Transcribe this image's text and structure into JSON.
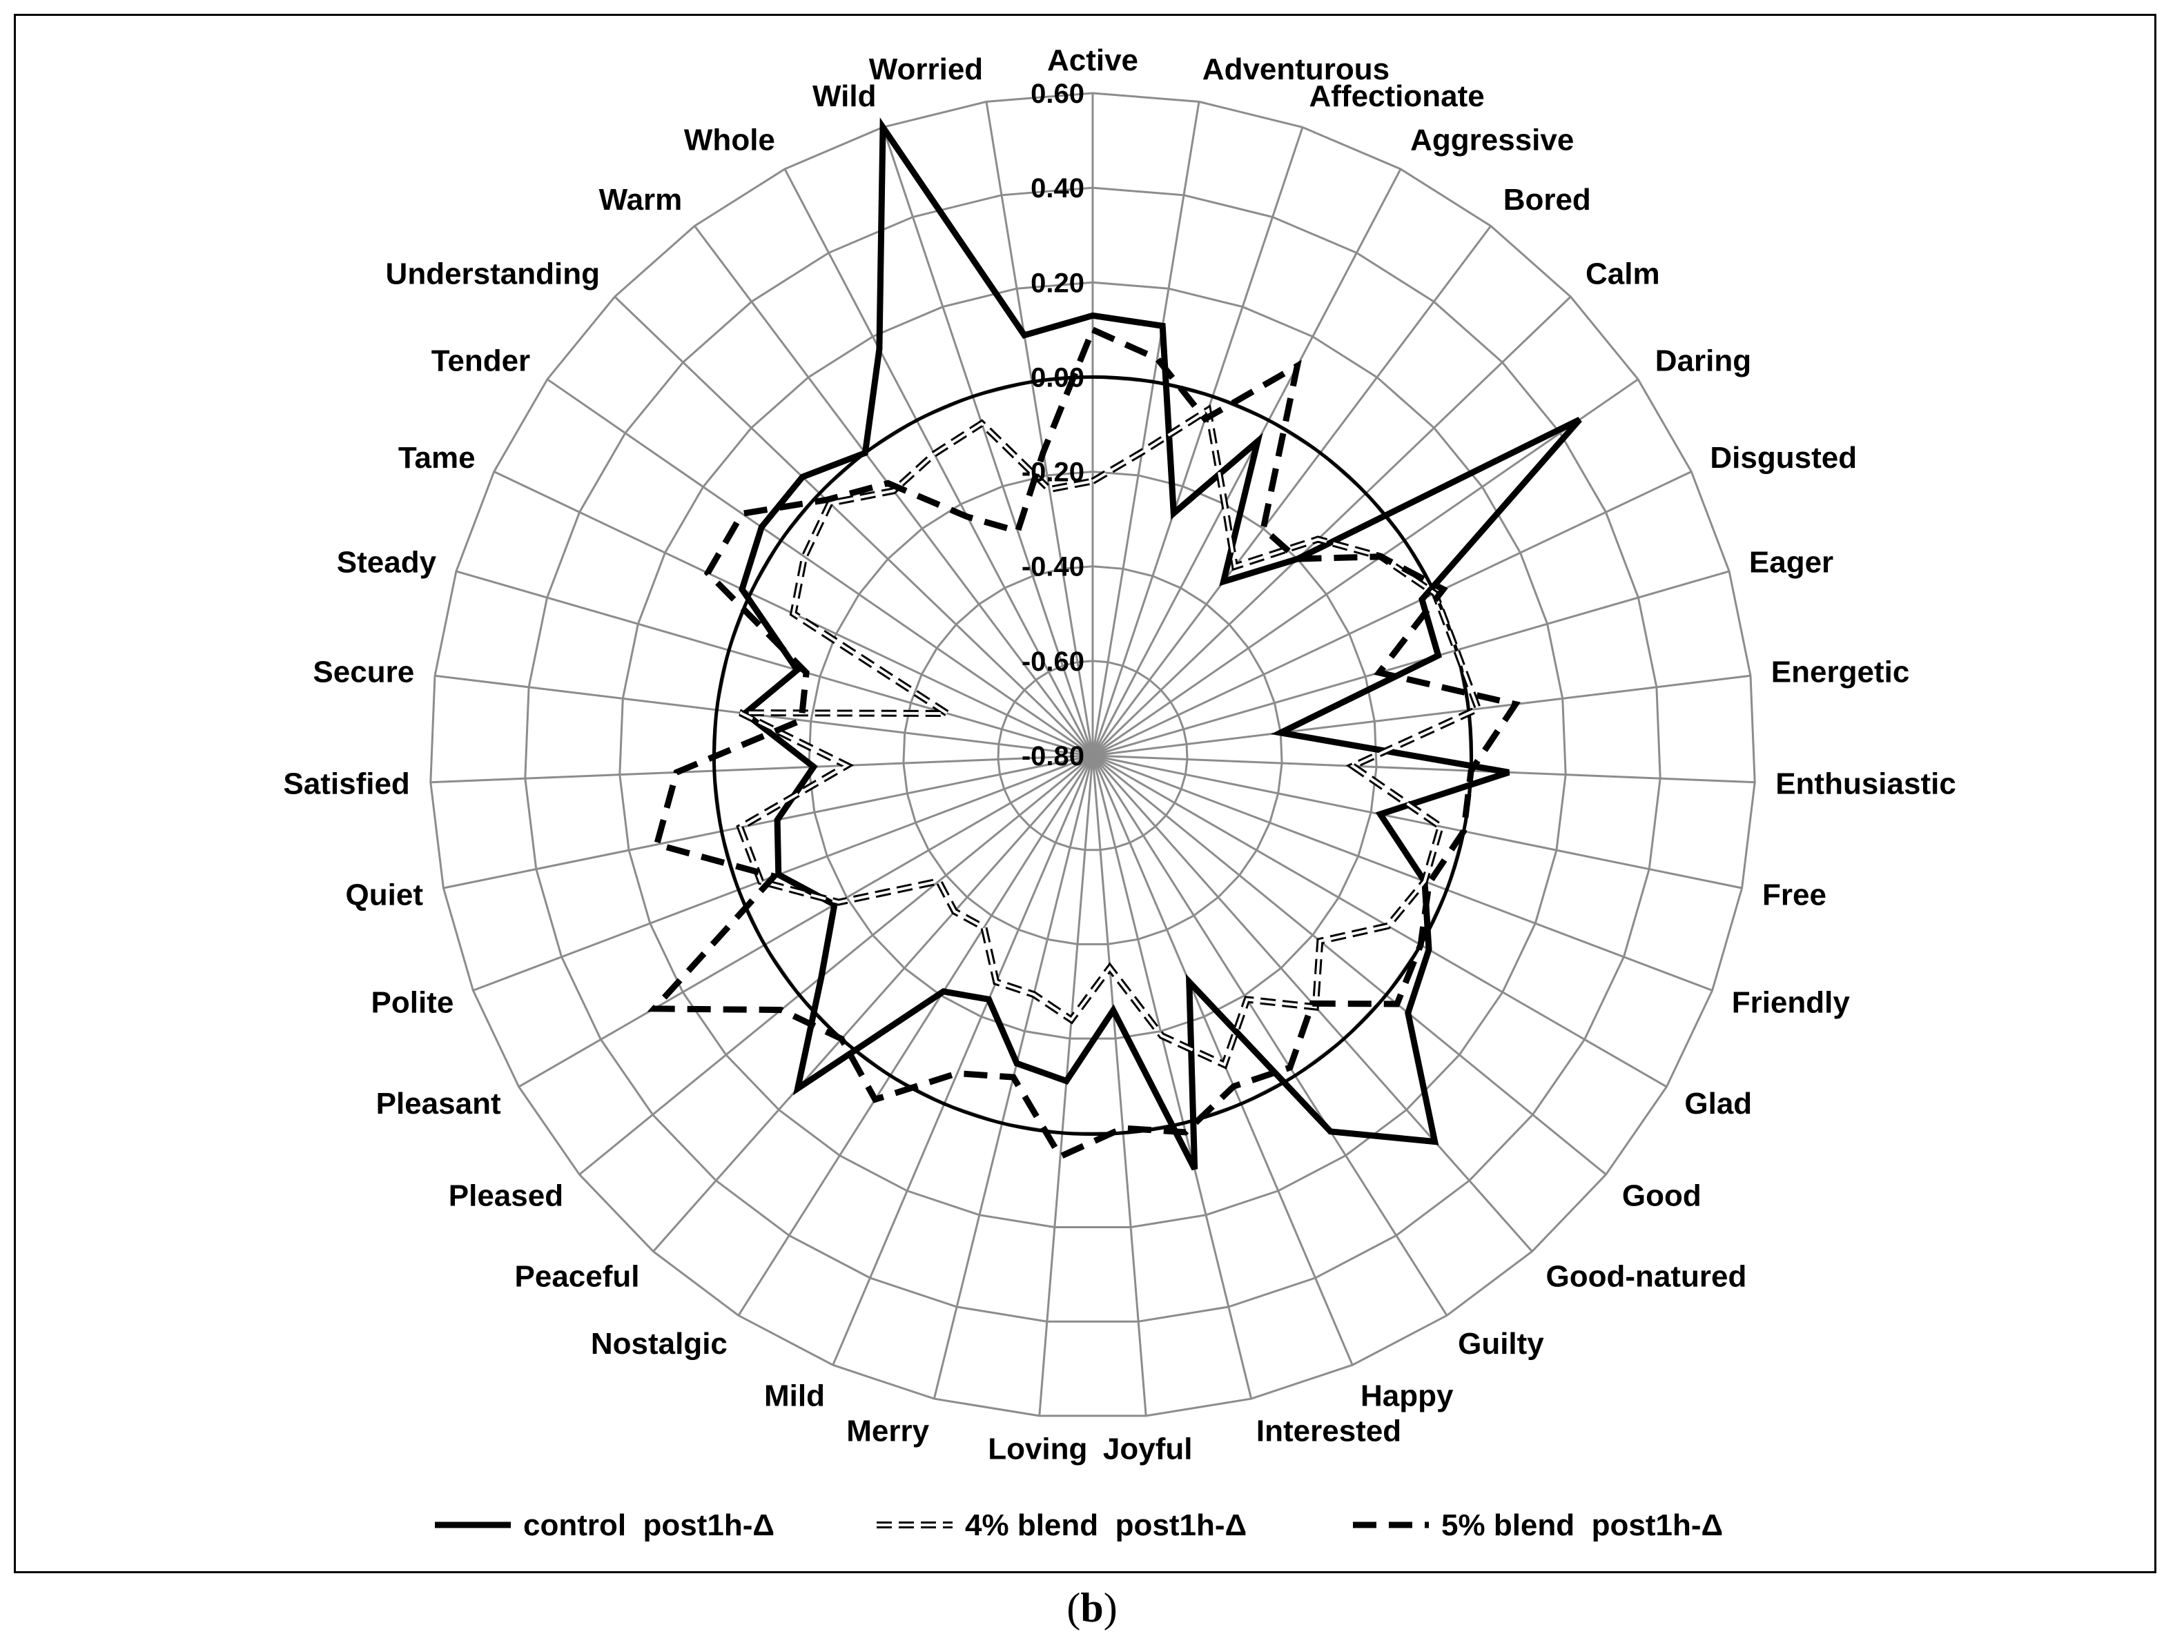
{
  "panel_label": {
    "open": "(",
    "letter": "b",
    "close": ")"
  },
  "colors": {
    "line": "#000000",
    "grid": "#8c8c8c",
    "background": "#ffffff"
  },
  "chart_data": {
    "type": "radar",
    "title": "",
    "grid": true,
    "legend_position": "bottom",
    "rlim": [
      -0.8,
      0.6
    ],
    "ticks": [
      -0.8,
      -0.6,
      -0.4,
      -0.2,
      0.0,
      0.2,
      0.4,
      0.6
    ],
    "tick_labels": [
      "-0.80",
      "-0.60",
      "-0.40",
      "-0.20",
      "0.00",
      "0.20",
      "0.40",
      "0.60"
    ],
    "reference_circle": 0.0,
    "categories": [
      "Active",
      "Adventurous",
      "Affectionate",
      "Aggressive",
      "Bored",
      "Calm",
      "Daring",
      "Disgusted",
      "Eager",
      "Energetic",
      "Enthusiastic",
      "Free",
      "Friendly",
      "Glad",
      "Good",
      "Good-natured",
      "Guilty",
      "Happy",
      "Interested",
      "Joyful",
      "Loving",
      "Merry",
      "Mild",
      "Nostalgic",
      "Peaceful",
      "Pleased",
      "Pleasant",
      "Polite",
      "Quiet",
      "Satisfied",
      "Secure",
      "Steady",
      "Tame",
      "Tender",
      "Understanding",
      "Warm",
      "Whole",
      "Wild",
      "Worried"
    ],
    "series": [
      {
        "name": "control  post1h-Δ",
        "style": "solid",
        "values": [
          0.13,
          0.12,
          -0.26,
          -0.05,
          -0.34,
          -0.2,
          0.45,
          -0.03,
          -0.04,
          -0.4,
          0.08,
          -0.18,
          -0.05,
          0.02,
          0.06,
          0.29,
          0.14,
          -0.28,
          0.1,
          -0.26,
          -0.11,
          -0.13,
          -0.24,
          -0.21,
          0.14,
          -0.06,
          -0.17,
          -0.09,
          -0.12,
          -0.21,
          -0.06,
          -0.15,
          0.02,
          0.05,
          0.05,
          0.0,
          0.17,
          0.6,
          0.1
        ]
      },
      {
        "name": "4% blend  post1h-Δ",
        "style": "hollow-dash",
        "values": [
          -0.22,
          -0.15,
          -0.03,
          -0.2,
          -0.3,
          -0.14,
          -0.06,
          0.0,
          0.0,
          0.02,
          -0.25,
          -0.05,
          -0.05,
          -0.08,
          -0.18,
          -0.09,
          -0.19,
          -0.09,
          -0.19,
          -0.35,
          -0.24,
          -0.28,
          -0.28,
          -0.37,
          -0.36,
          -0.38,
          -0.18,
          -0.05,
          -0.04,
          -0.28,
          -0.05,
          -0.48,
          -0.1,
          -0.06,
          -0.03,
          -0.1,
          -0.08,
          -0.06,
          -0.23
        ]
      },
      {
        "name": "5% blend  post1h-Δ",
        "style": "dash",
        "values": [
          0.1,
          0.05,
          -0.05,
          0.13,
          -0.2,
          -0.2,
          -0.06,
          0.02,
          -0.17,
          0.1,
          0.0,
          0.0,
          -0.04,
          0.0,
          0.03,
          -0.1,
          -0.02,
          -0.04,
          0.02,
          -0.01,
          0.05,
          -0.1,
          -0.07,
          0.06,
          0.0,
          0.05,
          0.27,
          -0.08,
          0.14,
          0.08,
          -0.18,
          -0.17,
          0.1,
          0.1,
          -0.02,
          -0.08,
          -0.23,
          -0.3,
          -0.15
        ]
      }
    ]
  }
}
